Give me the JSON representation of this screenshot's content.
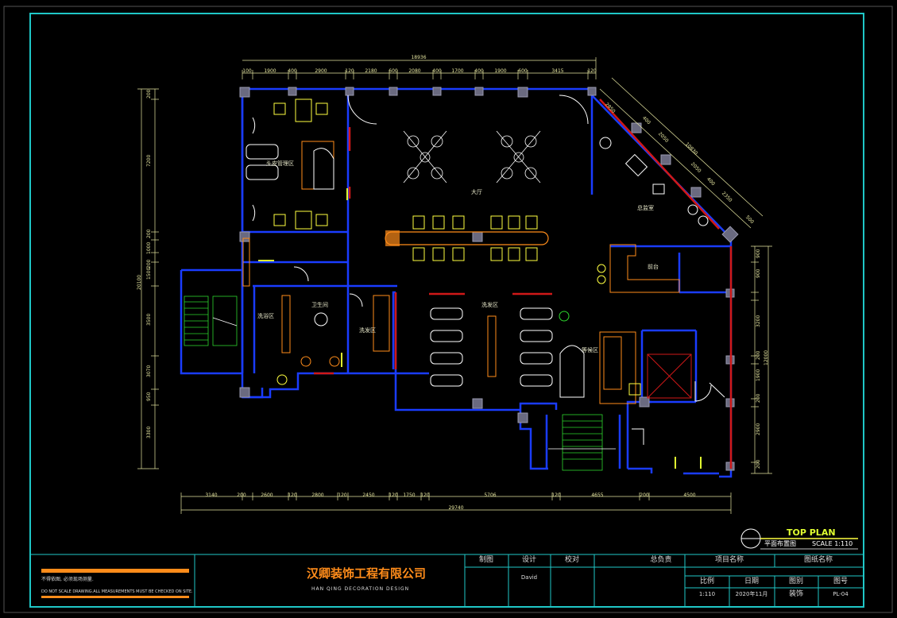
{
  "colors": {
    "frame": "#1fc7c7",
    "wall": "#1a3cff",
    "dim": "#e6e6a0",
    "accent_orange": "#ff8c1a",
    "red": "#d01818",
    "yellow": "#ffff40",
    "green": "#2dd52d",
    "magenta": "#ff40ff"
  },
  "dims_top": [
    "100",
    "1900",
    "400",
    "2900",
    "120",
    "2180",
    "600",
    "2080",
    "400",
    "1700",
    "400",
    "1900",
    "600",
    "3415",
    "120"
  ],
  "dim_top_total": "18936",
  "dims_bottom": [
    "3140",
    "200",
    "2600",
    "120",
    "2800",
    "120",
    "2450",
    "120",
    "1750",
    "120",
    "5706",
    "120",
    "4655",
    "200",
    "4500"
  ],
  "dim_bottom_total": "29740",
  "dims_left": [
    "200",
    "7200",
    "200",
    "1000",
    "200",
    "1500",
    "3500",
    "3070",
    "950",
    "3300"
  ],
  "dim_left_total": "20100",
  "dims_right": [
    "900",
    "900",
    "3200",
    "200",
    "1900",
    "200",
    "2900",
    "200"
  ],
  "dim_right_total": "12000",
  "dims_diag": [
    "2850",
    "400",
    "2050",
    "10830",
    "2050",
    "400",
    "2350",
    "500"
  ],
  "rooms": {
    "head_care": "头皮管理区",
    "hall": "大厅",
    "manager": "总监室",
    "reception": "前台",
    "wash_left": "洗浴区",
    "toilet": "卫生间",
    "wash_mid": "洗发区",
    "wash_main": "洗发区",
    "waiting": "等候区"
  },
  "title_plan": "TOP  PLAN",
  "title_plan_cn": "平面布置图",
  "title_scale": "SCALE 1:110",
  "note_cn": "不得依图, 必须现场测量.",
  "note_en": "DO NOT SCALE DRAWING.ALL MEASUREMENTS MUST BE CHECKED ON SITE.",
  "company_cn": "汉卿装饰工程有限公司",
  "company_en": "HAN QING DECORATION DESIGN",
  "table": {
    "h_draw": "制图",
    "h_design": "设计",
    "h_check": "校对",
    "h_lead": "总负责",
    "h_project": "项目名称",
    "h_sheetname": "图纸名称",
    "designer": "David",
    "h_scale": "比例",
    "h_date": "日期",
    "h_category": "图别",
    "h_number": "图号",
    "v_scale": "1:110",
    "v_date": "2020年11月",
    "v_category": "装饰",
    "v_number": "PL-04"
  }
}
